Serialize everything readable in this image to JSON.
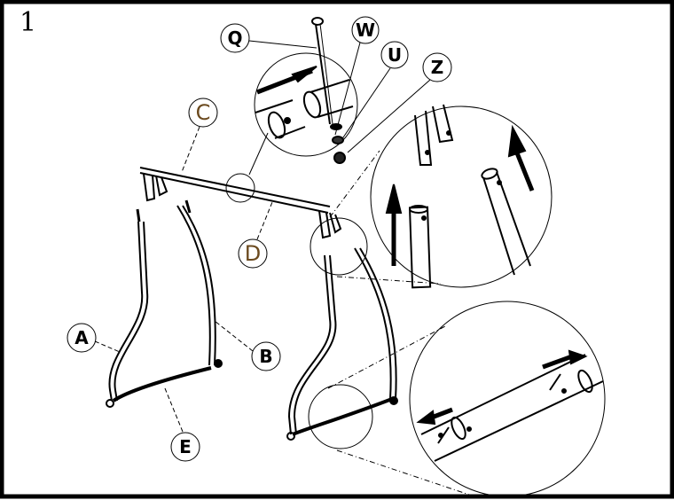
{
  "step_number": "1",
  "part_labels": {
    "Q": "Q",
    "W": "W",
    "U": "U",
    "Z": "Z",
    "C": "C",
    "D": "D",
    "A": "A",
    "B": "B",
    "E": "E"
  },
  "colors": {
    "frame": "#000000",
    "line": "#000000",
    "label_C_D": "#6b4a1f"
  }
}
